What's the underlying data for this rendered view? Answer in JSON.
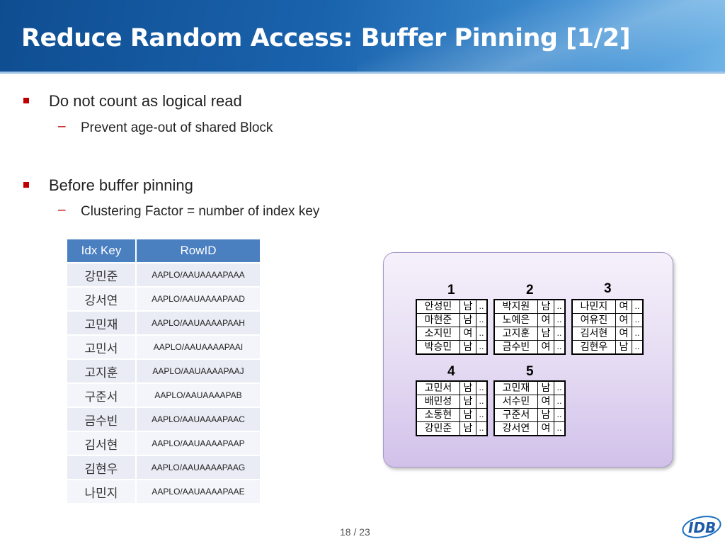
{
  "header": {
    "title": "Reduce Random Access: Buffer Pinning [1/2]"
  },
  "bullets": [
    {
      "text": "Do not count as logical read",
      "sub": "Prevent age-out of shared Block"
    },
    {
      "text": "Before buffer pinning",
      "sub": "Clustering Factor = number of index key"
    }
  ],
  "sub_mark": "–",
  "index_table": {
    "headers": [
      "Idx Key",
      "RowID"
    ],
    "rows": [
      [
        "강민준",
        "AAPLO/AAUAAAAPAAA"
      ],
      [
        "강서연",
        "AAPLO/AAUAAAAPAAD"
      ],
      [
        "고민재",
        "AAPLO/AAUAAAAPAAH"
      ],
      [
        "고민서",
        "AAPLO/AAUAAAAPAAI"
      ],
      [
        "고지훈",
        "AAPLO/AAUAAAAPAAJ"
      ],
      [
        "구준서",
        "AAPLO/AAUAAAAPAB"
      ],
      [
        "금수빈",
        "AAPLO/AAUAAAAPAAC"
      ],
      [
        "김서현",
        "AAPLO/AAUAAAAPAAP"
      ],
      [
        "김현우",
        "AAPLO/AAUAAAAPAAG"
      ],
      [
        "나민지",
        "AAPLO/AAUAAAAPAAE"
      ]
    ]
  },
  "blocks": [
    {
      "label": "1",
      "rows": [
        [
          "안성민",
          "남",
          ".."
        ],
        [
          "마현준",
          "남",
          ".."
        ],
        [
          "소지민",
          "여",
          ".."
        ],
        [
          "박승민",
          "남",
          ".."
        ]
      ]
    },
    {
      "label": "2",
      "rows": [
        [
          "박지원",
          "남",
          ".."
        ],
        [
          "노예은",
          "여",
          ".."
        ],
        [
          "고지훈",
          "남",
          ".."
        ],
        [
          "금수빈",
          "여",
          ".."
        ]
      ]
    },
    {
      "label": "3",
      "rows": [
        [
          "나민지",
          "여",
          ".."
        ],
        [
          "여유진",
          "여",
          ".."
        ],
        [
          "김서현",
          "여",
          ".."
        ],
        [
          "김현우",
          "남",
          ".."
        ]
      ]
    },
    {
      "label": "4",
      "rows": [
        [
          "고민서",
          "남",
          ".."
        ],
        [
          "배민성",
          "남",
          ".."
        ],
        [
          "소동현",
          "남",
          ".."
        ],
        [
          "강민준",
          "남",
          ".."
        ]
      ]
    },
    {
      "label": "5",
      "rows": [
        [
          "고민재",
          "남",
          ".."
        ],
        [
          "서수민",
          "여",
          ".."
        ],
        [
          "구준서",
          "남",
          ".."
        ],
        [
          "강서연",
          "여",
          ".."
        ]
      ]
    }
  ],
  "footer": {
    "page": "18 / 23"
  },
  "logo": {
    "text": "IDB"
  },
  "colors": {
    "accent": "#c00000",
    "table_header": "#4a7fc0",
    "header_blue": "#1a63ad"
  }
}
